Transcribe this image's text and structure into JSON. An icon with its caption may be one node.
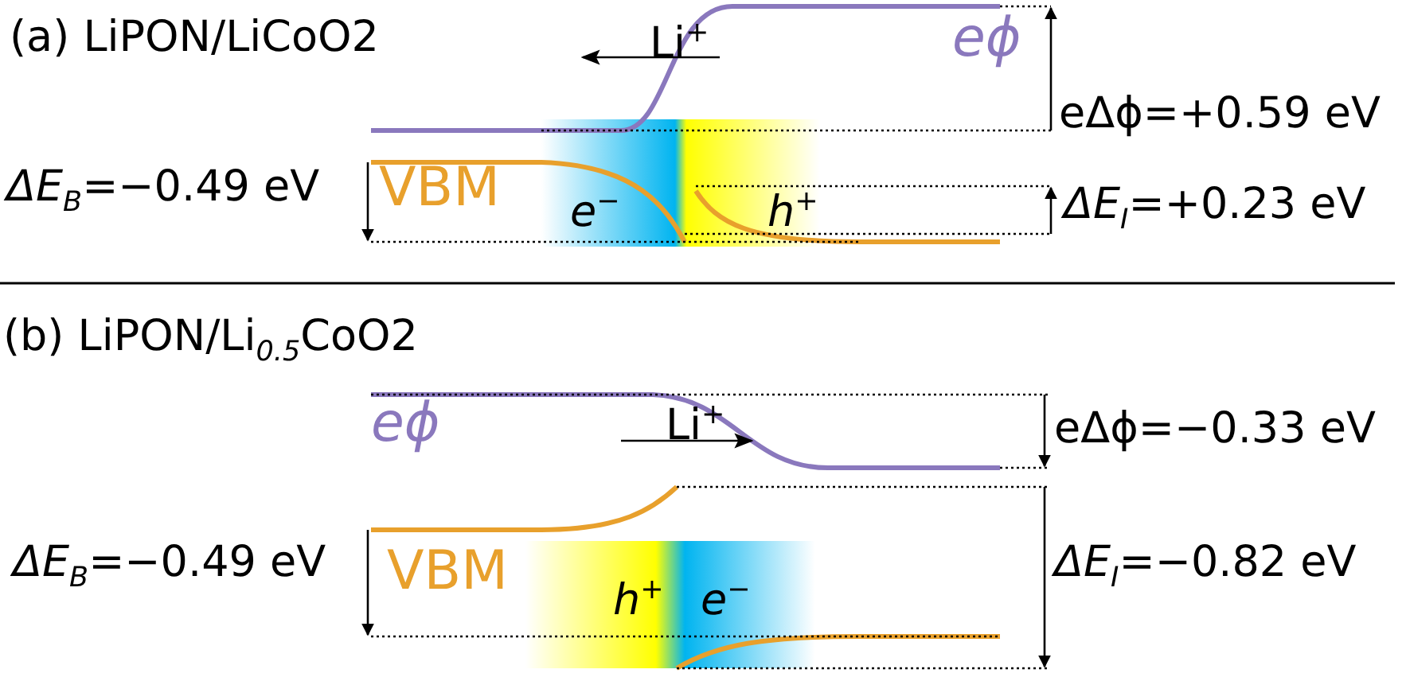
{
  "diagram": {
    "labels": [
      "(a) LiPON/LiCoO2",
      "Li$^{+}$",
      "eϕ",
      "eΔϕ=+0.59 eV",
      "*ΔE*$_{B}$=−0.49 eV",
      "VBM",
      "e$^{−}$",
      "h$^{+}$",
      "*ΔE*$_{I}$=+0.23 eV",
      "(b) LiPON/Li$_{0.5}$CoO2",
      "eϕ",
      "Li$^{+}$",
      "eΔϕ=−0.33 eV",
      "*ΔE*$_{B}$=−0.49 eV",
      "VBM",
      "h$^{+}$",
      "e$^{−}$",
      "*ΔE*$_{I}$=−0.82 eV"
    ]
  }
}
